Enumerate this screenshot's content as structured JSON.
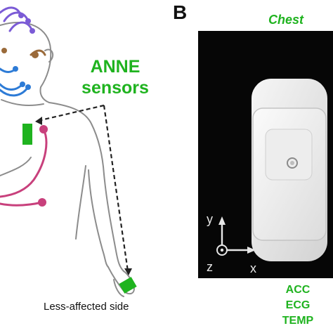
{
  "panel_a": {
    "sensor_label_lines": [
      "ANNE",
      "sensors"
    ],
    "side_caption": "Less-affected side"
  },
  "panel_b": {
    "letter": "B",
    "location": "Chest",
    "axes": {
      "y": "y",
      "x": "x",
      "z": "z"
    },
    "metrics": [
      "ACC",
      "ECG",
      "TEMP"
    ]
  },
  "colors": {
    "sensor_green": "#1fb31f",
    "ecg_lead_pink": "#c8407c",
    "eeg_purple": "#7b5bd6",
    "eeg_blue": "#2d7bd6",
    "eeg_brown": "#9a6a3a",
    "body_outline": "#8c8c8c",
    "photo_background": "#060606"
  }
}
